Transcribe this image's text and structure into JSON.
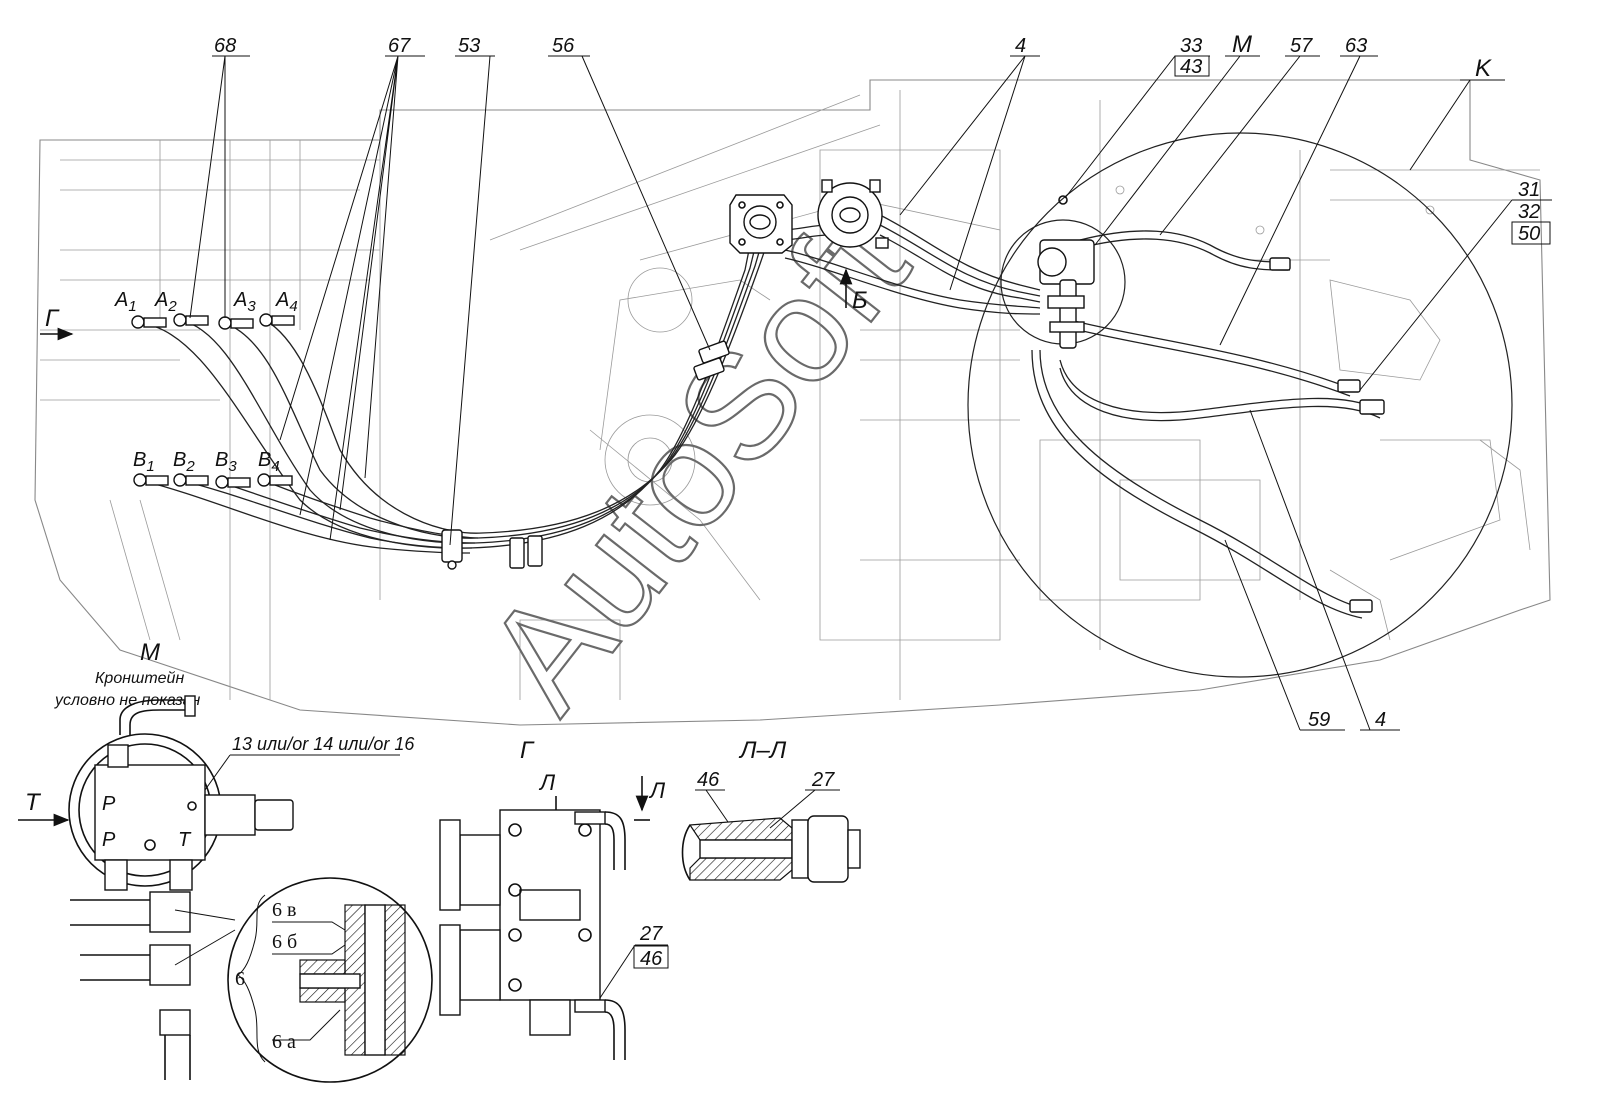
{
  "watermark": "AutoSoft",
  "top_labels": {
    "l68": "68",
    "l67": "67",
    "l53": "53",
    "l56": "56",
    "l4": "4",
    "l33": "33",
    "l43": "43",
    "lM": "М",
    "l57": "57",
    "l63": "63",
    "lK": "K"
  },
  "right_labels": {
    "l31": "31",
    "l32": "32",
    "l50": "50",
    "l59": "59",
    "l4b": "4"
  },
  "ports": {
    "A1": "A",
    "A1s": "1",
    "A2": "A",
    "A2s": "2",
    "A3": "A",
    "A3s": "3",
    "A4": "A",
    "A4s": "4",
    "B1": "B",
    "B1s": "1",
    "B2": "B",
    "B2s": "2",
    "B3": "B",
    "B3s": "3",
    "B4": "B",
    "B4s": "4"
  },
  "arrows": {
    "g": "Г",
    "b": "Б"
  },
  "view_m": {
    "title": "М",
    "note1": "Кронштейн",
    "note2": "условно не показан",
    "callout": "13 или/or 14 или/or 16",
    "t_arrow": "T",
    "p1": "P",
    "p2": "P",
    "t": "T"
  },
  "detail_6": {
    "main": "6",
    "a": "6 а",
    "b": "6 б",
    "v": "6 в"
  },
  "view_g": {
    "title": "Г",
    "l1": "Л",
    "l2": "Л",
    "c27": "27",
    "c46": "46"
  },
  "section_ll": {
    "title": "Л–Л",
    "c46": "46",
    "c27": "27"
  }
}
